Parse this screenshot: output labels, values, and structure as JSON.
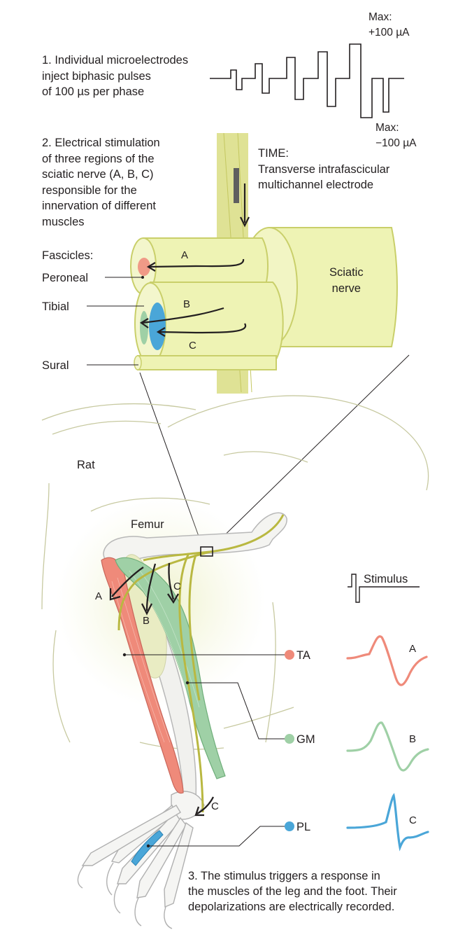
{
  "step1": "1. Individual microelectrodes\n inject biphasic pulses\n of 100 µs per phase",
  "step2": "2. Electrical stimulation\nof three regions of the\nsciatic nerve (A, B, C)\nresponsible for the\ninnervation of different\nmuscles",
  "step3": "3. The stimulus triggers a response in\nthe muscles of the leg and the foot. Their\ndepolarizations are electrically recorded.",
  "max_pos": "Max:\n+100 µA",
  "max_neg": "Max:\n−100 µA",
  "electrode": "TIME:\nTransverse intrafascicular\nmultichannel electrode",
  "fascicles_title": "Fascicles:",
  "peroneal": "Peroneal",
  "tibial": "Tibial",
  "sural": "Sural",
  "sciatic": "Sciatic\nnerve",
  "rat": "Rat",
  "femur": "Femur",
  "stimulus": "Stimulus",
  "regions": {
    "a": "A",
    "b": "B",
    "c": "C"
  },
  "muscles": [
    {
      "abbr": "TA",
      "color": "#ef8a7a",
      "trace_label": "A"
    },
    {
      "abbr": "GM",
      "color": "#9fd0a6",
      "trace_label": "B"
    },
    {
      "abbr": "PL",
      "color": "#4aa6d8",
      "trace_label": "C"
    }
  ],
  "colors": {
    "nerve_fill": "#eef3b4",
    "nerve_stroke": "#c9cf6a",
    "electrode": "#d6da7a",
    "nerve_line": "#b9b841"
  }
}
